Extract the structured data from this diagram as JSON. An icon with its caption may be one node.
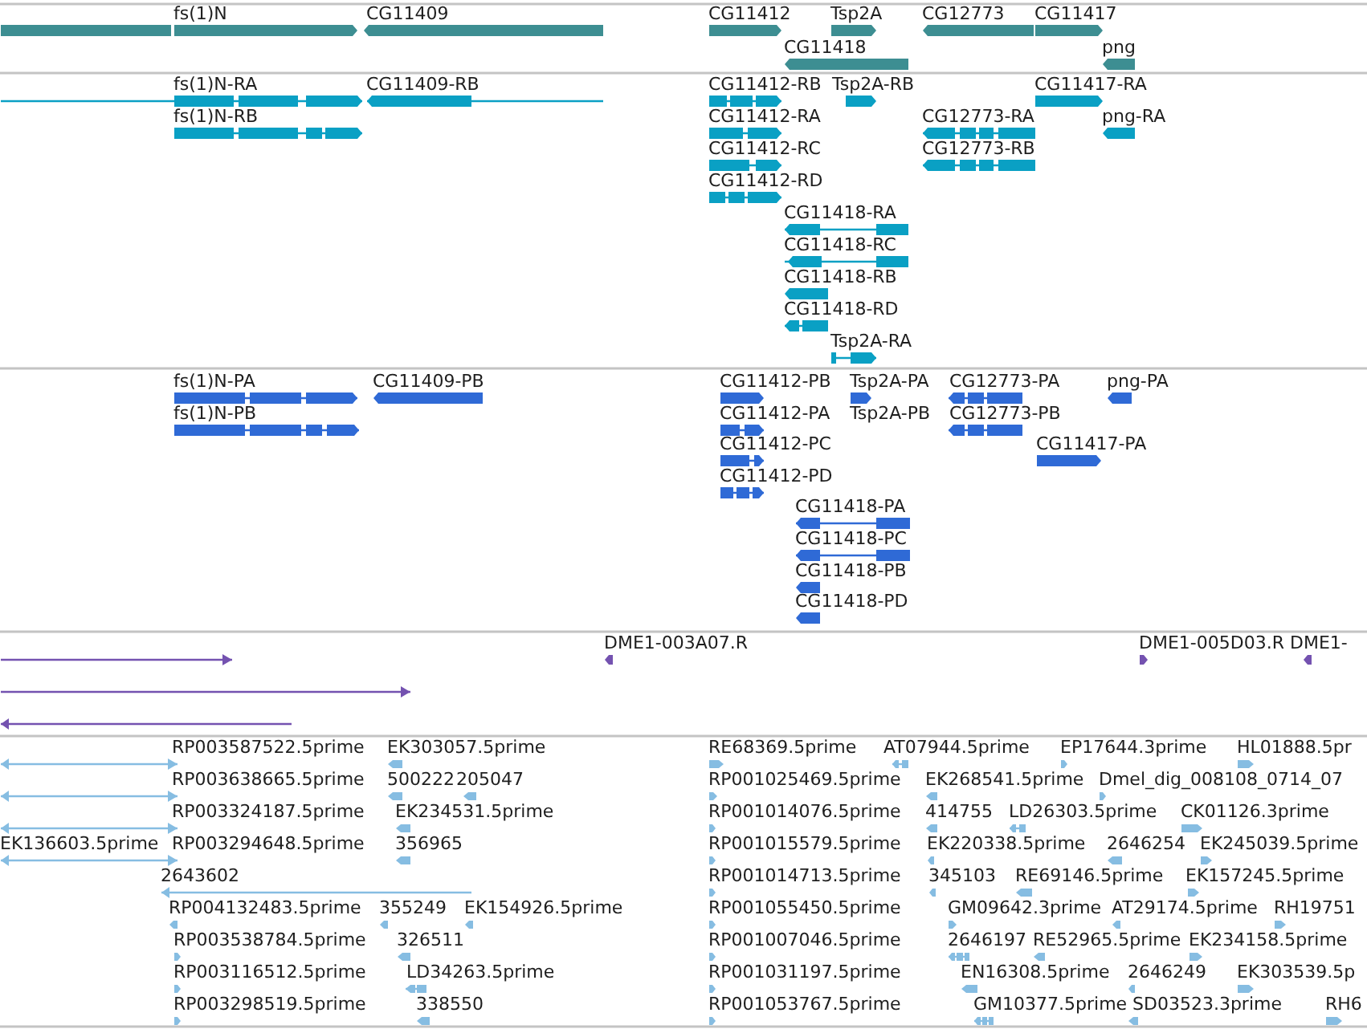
{
  "diagram": {
    "nodes": [
      {
        "text": [],
        "shape": "bar"
      },
      {
        "text": [
          "fs(1)N"
        ]
      },
      {
        "text": [
          "CG11409"
        ]
      },
      {
        "text": [
          "CG11412"
        ]
      },
      {
        "text": [
          "Tsp2A"
        ]
      },
      {
        "text": [
          "CG12773"
        ]
      },
      {
        "text": [
          "CG11417"
        ]
      },
      {
        "text": [
          "CG11418"
        ]
      },
      {
        "text": [
          "png"
        ]
      },
      {
        "text": [
          "fs(1)N-RA"
        ]
      },
      {
        "text": [
          "CG11409-RB"
        ]
      },
      {
        "text": [
          "CG11412-RB"
        ]
      },
      {
        "text": [
          "Tsp2A-RB"
        ]
      },
      {
        "text": [
          "CG11417-RA"
        ]
      },
      {
        "text": [
          "fs(1)N-RB"
        ]
      },
      {
        "text": [
          "CG11412-RA"
        ]
      },
      {
        "text": [
          "CG12773-RA"
        ]
      },
      {
        "text": [
          "png-RA"
        ]
      },
      {
        "text": [
          "CG11412-RC"
        ]
      },
      {
        "text": [
          "CG12773-RB"
        ]
      },
      {
        "text": [
          "CG11412-RD"
        ]
      },
      {
        "text": [
          "CG11418-RA"
        ]
      },
      {
        "text": [
          "CG11418-RC"
        ]
      },
      {
        "text": [
          "CG11418-RB"
        ]
      },
      {
        "text": [
          "CG11418-RD"
        ]
      },
      {
        "text": [
          "Tsp2A-RA"
        ]
      },
      {
        "text": [
          "fs(1)N-PA"
        ]
      },
      {
        "text": [
          "CG11409-PB"
        ]
      },
      {
        "text": [
          "CG11412-PB"
        ]
      },
      {
        "text": [
          "Tsp2A-PA"
        ]
      },
      {
        "text": [
          "CG12773-PA"
        ]
      },
      {
        "text": [
          "png-PA"
        ]
      },
      {
        "text": [
          "fs(1)N-PB"
        ]
      },
      {
        "text": [
          "CG11412-PA"
        ]
      },
      {
        "text": [
          "Tsp2A-PB"
        ]
      },
      {
        "text": [
          "CG12773-PB"
        ]
      },
      {
        "text": [
          "CG11412-PC"
        ]
      },
      {
        "text": [
          "CG11417-PA"
        ]
      },
      {
        "text": [
          "CG11412-PD"
        ]
      },
      {
        "text": [
          "CG11418-PA"
        ]
      },
      {
        "text": [
          "CG11418-PC"
        ]
      },
      {
        "text": [
          "CG11418-PB"
        ]
      },
      {
        "text": [
          "CG11418-PD"
        ]
      },
      {
        "text": [],
        "shape": "bar"
      },
      {
        "text": [
          "DME1-003A07.R"
        ]
      },
      {
        "text": [
          "DME1-005D03.R"
        ]
      },
      {
        "text": [
          "DME1-"
        ]
      },
      {
        "text": [],
        "shape": "bar"
      },
      {
        "text": [],
        "shape": "bar"
      },
      {
        "text": [
          "RP003587522.5prime"
        ]
      },
      {
        "text": [
          "EK303057.5prime"
        ]
      },
      {
        "text": [
          "RE68369.5prime"
        ]
      },
      {
        "text": [
          "AT07944.5prime"
        ]
      },
      {
        "text": [
          "EP17644.3prime"
        ]
      },
      {
        "text": [
          "HL01888.5pr"
        ]
      },
      {
        "text": [
          "RP003638665.5prime"
        ]
      },
      {
        "text": [
          "500222"
        ]
      },
      {
        "text": [
          "205047"
        ]
      },
      {
        "text": [
          "RP001025469.5prime"
        ]
      },
      {
        "text": [
          "EK268541.5prime"
        ]
      },
      {
        "text": [
          "Dmel_dig_008108_0714_07"
        ]
      },
      {
        "text": [
          "RP003324187.5prime"
        ]
      },
      {
        "text": [
          "EK234531.5prime"
        ]
      },
      {
        "text": [
          "RP001014076.5prime"
        ]
      },
      {
        "text": [
          "414755"
        ]
      },
      {
        "text": [
          "LD26303.5prime"
        ]
      },
      {
        "text": [
          "CK01126.3prime"
        ]
      },
      {
        "text": [
          "EK136603.5prime"
        ]
      },
      {
        "text": [
          "RP003294648.5prime"
        ]
      },
      {
        "text": [
          "356965"
        ]
      },
      {
        "text": [
          "RP001015579.5prime"
        ]
      },
      {
        "text": [
          "EK220338.5prime"
        ]
      },
      {
        "text": [
          "2646254"
        ]
      },
      {
        "text": [
          "EK245039.5prime"
        ]
      },
      {
        "text": [
          "2643602"
        ]
      },
      {
        "text": [
          "RP001014713.5prime"
        ]
      },
      {
        "text": [
          "345103"
        ]
      },
      {
        "text": [
          "RE69146.5prime"
        ]
      },
      {
        "text": [
          "EK157245.5prime"
        ]
      },
      {
        "text": [
          "RP004132483.5prime"
        ]
      },
      {
        "text": [
          "355249"
        ]
      },
      {
        "text": [
          "EK154926.5prime"
        ]
      },
      {
        "text": [
          "RP001055450.5prime"
        ]
      },
      {
        "text": [
          "GM09642.3prime"
        ]
      },
      {
        "text": [
          "AT29174.5prime"
        ]
      },
      {
        "text": [
          "RH19751"
        ]
      },
      {
        "text": [
          "RP003538784.5prime"
        ]
      },
      {
        "text": [
          "326511"
        ]
      },
      {
        "text": [
          "RP001007046.5prime"
        ]
      },
      {
        "text": [
          "2646197"
        ]
      },
      {
        "text": [
          "RE52965.5prime"
        ]
      },
      {
        "text": [
          "EK234158.5prime"
        ]
      },
      {
        "text": [
          "RP003116512.5prime"
        ]
      },
      {
        "text": [
          "LD34263.5prime"
        ]
      },
      {
        "text": [
          "RP001031197.5prime"
        ]
      },
      {
        "text": [
          "EN16308.5prime"
        ]
      },
      {
        "text": [
          "2646249"
        ]
      },
      {
        "text": [
          "EK303539.5p"
        ]
      },
      {
        "text": [
          "RP003298519.5prime"
        ]
      },
      {
        "text": [
          "338550"
        ]
      },
      {
        "text": [
          "RP001053767.5prime"
        ]
      },
      {
        "text": [
          "GM10377.5prime"
        ]
      },
      {
        "text": [
          "SD03523.3prime"
        ]
      },
      {
        "text": [
          "RH6"
        ]
      }
    ]
  }
}
